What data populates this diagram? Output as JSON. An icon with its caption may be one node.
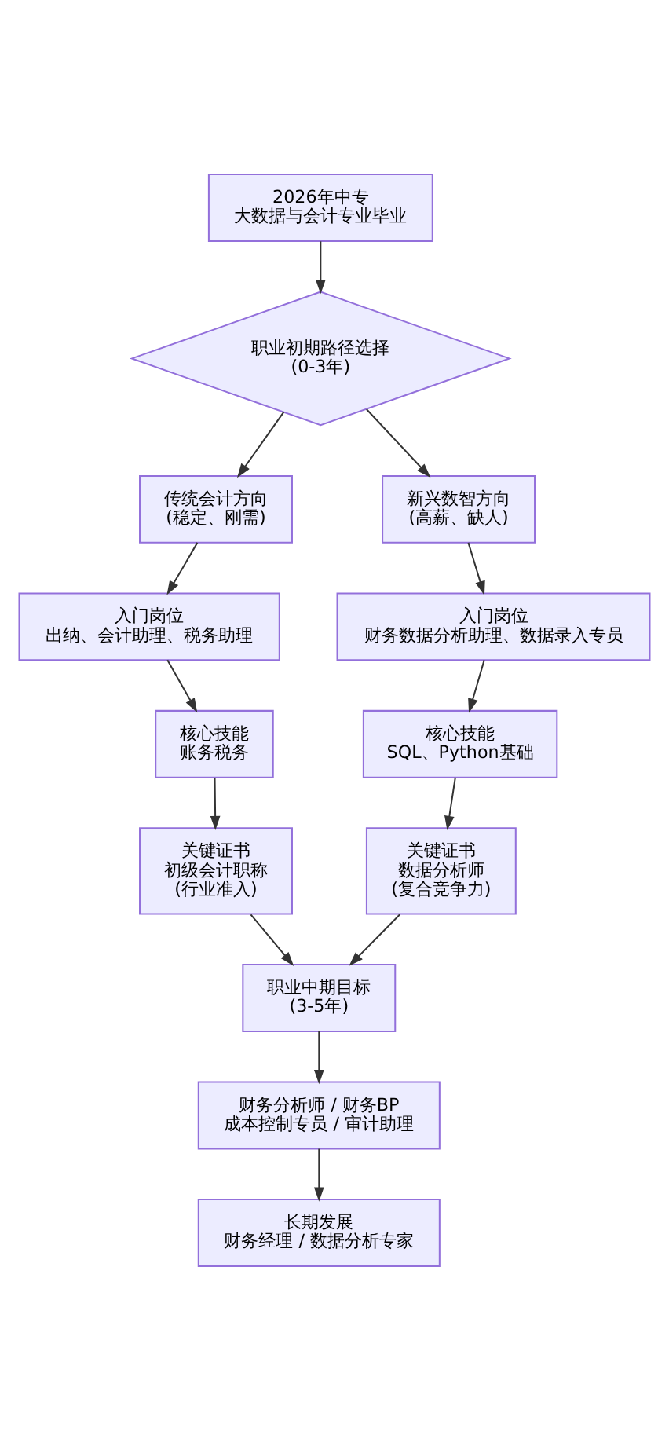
{
  "diagram": {
    "nodes": [
      {
        "text": [
          "2026年中专",
          "大数据与会计专业毕业"
        ]
      },
      {
        "text": [
          "职业初期路径选择",
          "(0-3年)"
        ]
      },
      {
        "text": [
          "传统会计方向",
          "(稳定、刚需)"
        ]
      },
      {
        "text": [
          "新兴数智方向",
          "(高薪、缺人)"
        ]
      },
      {
        "text": [
          "入门岗位",
          "出纳、会计助理、税务助理"
        ]
      },
      {
        "text": [
          "入门岗位",
          "财务数据分析助理、数据录入专员"
        ]
      },
      {
        "text": [
          "核心技能",
          "账务税务"
        ]
      },
      {
        "text": [
          "核心技能",
          "SQL、Python基础"
        ]
      },
      {
        "text": [
          "关键证书",
          "初级会计职称",
          "(行业准入)"
        ]
      },
      {
        "text": [
          "关键证书",
          "数据分析师",
          "(复合竞争力)"
        ]
      },
      {
        "text": [
          "职业中期目标",
          "(3-5年)"
        ]
      },
      {
        "text": [
          "财务分析师 / 财务BP",
          "成本控制专员 / 审计助理"
        ]
      },
      {
        "text": [
          "长期发展",
          "财务经理 / 数据分析专家"
        ]
      }
    ],
    "edges": [
      {
        "from": 0,
        "to": 1,
        "arrow": "to"
      },
      {
        "from": 1,
        "to": 2,
        "arrow": "to"
      },
      {
        "from": 1,
        "to": 3,
        "arrow": "to"
      },
      {
        "from": 2,
        "to": 4,
        "arrow": "to"
      },
      {
        "from": 4,
        "to": 6,
        "arrow": "to"
      },
      {
        "from": 6,
        "to": 8,
        "arrow": "to"
      },
      {
        "from": 3,
        "to": 5,
        "arrow": "to"
      },
      {
        "from": 5,
        "to": 7,
        "arrow": "to"
      },
      {
        "from": 7,
        "to": 9,
        "arrow": "to"
      },
      {
        "from": 8,
        "to": 10,
        "arrow": "to"
      },
      {
        "from": 9,
        "to": 10,
        "arrow": "to"
      },
      {
        "from": 10,
        "to": 11,
        "arrow": "to"
      },
      {
        "from": 11,
        "to": 12,
        "arrow": "to"
      }
    ]
  }
}
